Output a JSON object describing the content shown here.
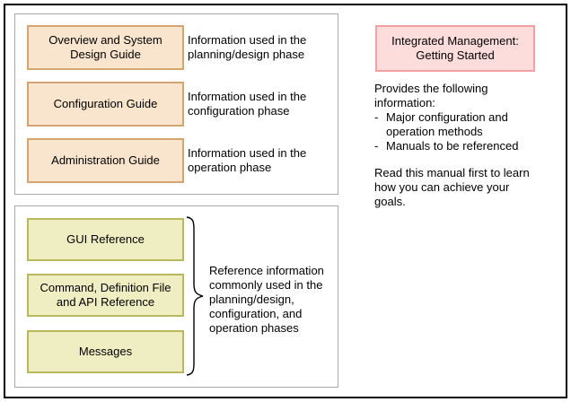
{
  "colors": {
    "frame_border": "#000000",
    "group_border": "#a8a8a8",
    "guide_fill": "#f9e5cd",
    "guide_border": "#d4a56f",
    "reference_fill": "#eeeec2",
    "reference_border": "#b9b95c",
    "getting_started_fill": "#fddcdc",
    "getting_started_border": "#f2a0a0",
    "text": "#000000"
  },
  "phase_section": {
    "rows": [
      {
        "box": "Overview and System\nDesign Guide",
        "desc": "Information used in the\nplanning/design phase"
      },
      {
        "box": "Configuration Guide",
        "desc": "Information used in the\nconfiguration phase"
      },
      {
        "box": "Administration Guide",
        "desc": "Information used in the\noperation phase"
      }
    ]
  },
  "reference_section": {
    "boxes": [
      "GUI Reference",
      "Command, Definition File\nand API Reference",
      "Messages"
    ],
    "brace_note": "Reference information\ncommonly used in the\nplanning/design,\nconfiguration, and\noperation phases"
  },
  "getting_started": {
    "title": "Integrated Management:\nGetting Started",
    "intro": "Provides the following\ninformation:",
    "bullets": [
      {
        "marker": "-",
        "text": "Major configuration and\noperation methods"
      },
      {
        "marker": "-",
        "text": "Manuals to be referenced"
      }
    ],
    "note": "Read this manual first to learn\nhow you can achieve your\ngoals."
  }
}
